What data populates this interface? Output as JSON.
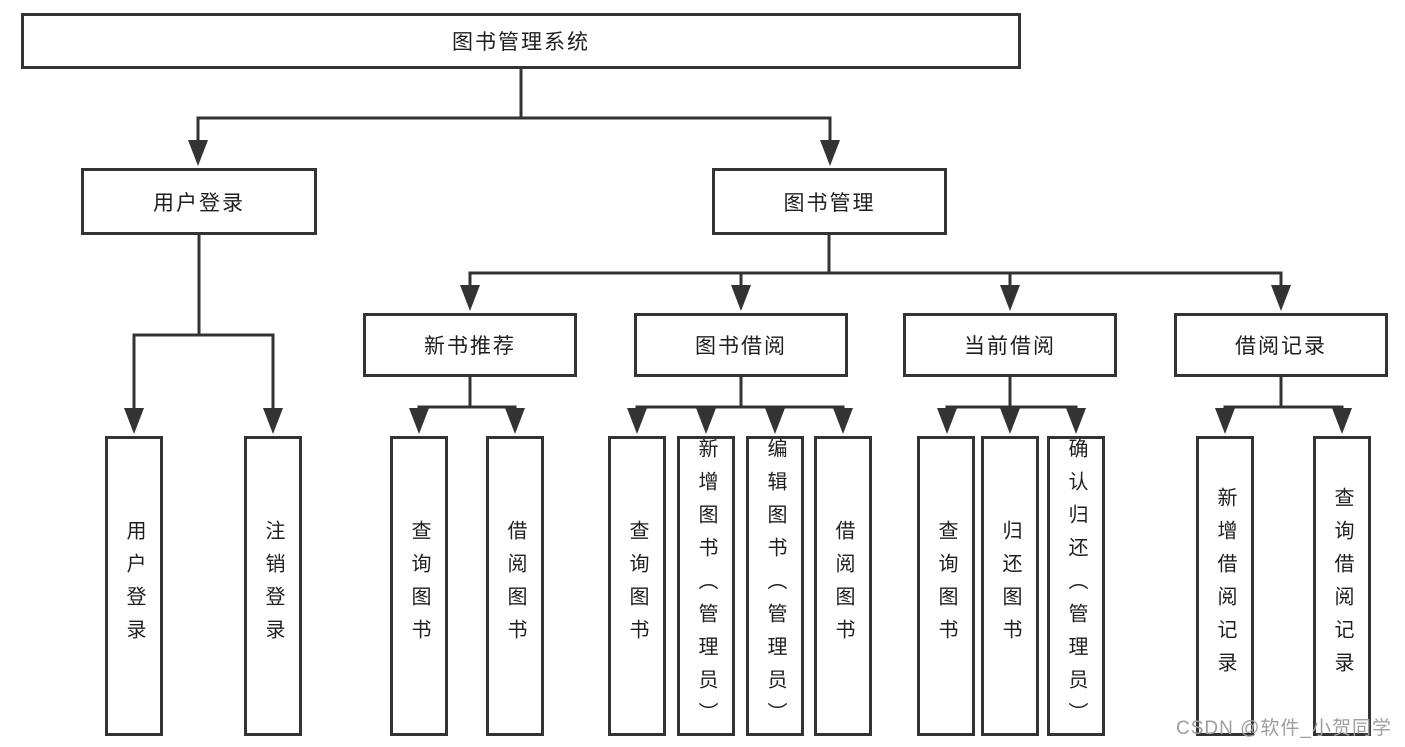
{
  "colors": {
    "line": "#333333",
    "text": "#1e1e1e",
    "watermark": "#9d9da5",
    "background": "#ffffff"
  },
  "watermark": {
    "text": "CSDN @软件_小贺同学"
  },
  "tree": {
    "label": "图书管理系统",
    "children": [
      {
        "label": "用户登录",
        "children": [
          {
            "label": "用户登录"
          },
          {
            "label": "注销登录"
          }
        ]
      },
      {
        "label": "图书管理",
        "children": [
          {
            "label": "新书推荐",
            "children": [
              {
                "label": "查询图书"
              },
              {
                "label": "借阅图书"
              }
            ]
          },
          {
            "label": "图书借阅",
            "children": [
              {
                "label": "查询图书"
              },
              {
                "label": "新增图书（管理员）"
              },
              {
                "label": "编辑图书（管理员）"
              },
              {
                "label": "借阅图书"
              }
            ]
          },
          {
            "label": "当前借阅",
            "children": [
              {
                "label": "查询图书"
              },
              {
                "label": "归还图书"
              },
              {
                "label": "确认归还（管理员）"
              }
            ]
          },
          {
            "label": "借阅记录",
            "children": [
              {
                "label": "新增借阅记录"
              },
              {
                "label": "查询借阅记录"
              }
            ]
          }
        ]
      }
    ]
  }
}
